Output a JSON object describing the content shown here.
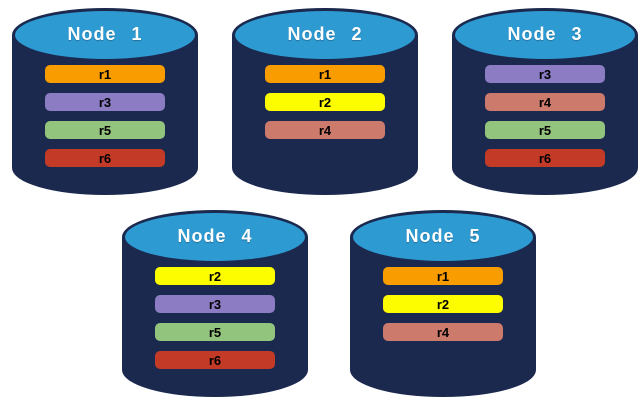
{
  "colors": {
    "background": "#FFFFFF",
    "cylinder_body": "#1B294F",
    "cylinder_top": "#2E9AD2",
    "node_label_text": "#FFFFFF",
    "replica_label_text": "#000000",
    "replica_fills": {
      "r1": "#F99C00",
      "r2": "#FDFD00",
      "r3": "#8B7CC3",
      "r4": "#CC7A6C",
      "r5": "#92C47E",
      "r6": "#C33B26"
    }
  },
  "nodes": [
    {
      "label": "Node 1",
      "replicas": [
        "r1",
        "r3",
        "r5",
        "r6"
      ]
    },
    {
      "label": "Node 2",
      "replicas": [
        "r1",
        "r2",
        "r4"
      ]
    },
    {
      "label": "Node 3",
      "replicas": [
        "r3",
        "r4",
        "r5",
        "r6"
      ]
    },
    {
      "label": "Node 4",
      "replicas": [
        "r2",
        "r3",
        "r5",
        "r6"
      ]
    },
    {
      "label": "Node 5",
      "replicas": [
        "r1",
        "r2",
        "r4"
      ]
    }
  ]
}
